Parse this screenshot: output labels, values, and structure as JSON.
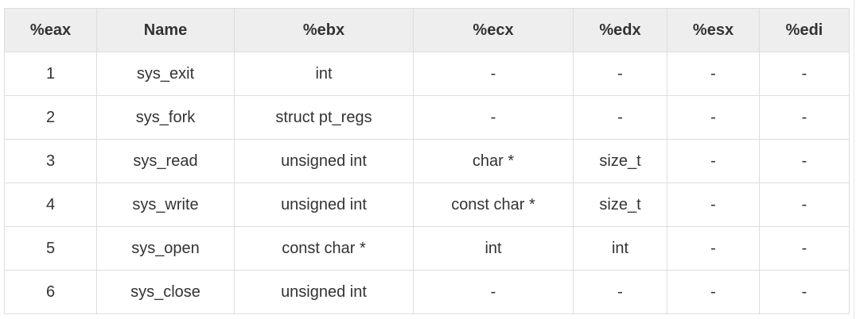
{
  "table": {
    "headers": [
      "%eax",
      "Name",
      "%ebx",
      "%ecx",
      "%edx",
      "%esx",
      "%edi"
    ],
    "rows": [
      [
        "1",
        "sys_exit",
        "int",
        "-",
        "-",
        "-",
        "-"
      ],
      [
        "2",
        "sys_fork",
        "struct pt_regs",
        "-",
        "-",
        "-",
        "-"
      ],
      [
        "3",
        "sys_read",
        "unsigned int",
        "char *",
        "size_t",
        "-",
        "-"
      ],
      [
        "4",
        "sys_write",
        "unsigned int",
        "const char *",
        "size_t",
        "-",
        "-"
      ],
      [
        "5",
        "sys_open",
        "const char *",
        "int",
        "int",
        "-",
        "-"
      ],
      [
        "6",
        "sys_close",
        "unsigned int",
        "-",
        "-",
        "-",
        "-"
      ]
    ]
  },
  "colors": {
    "header_bg": "#eeeeee",
    "border": "#dddddd",
    "text": "#333333"
  }
}
